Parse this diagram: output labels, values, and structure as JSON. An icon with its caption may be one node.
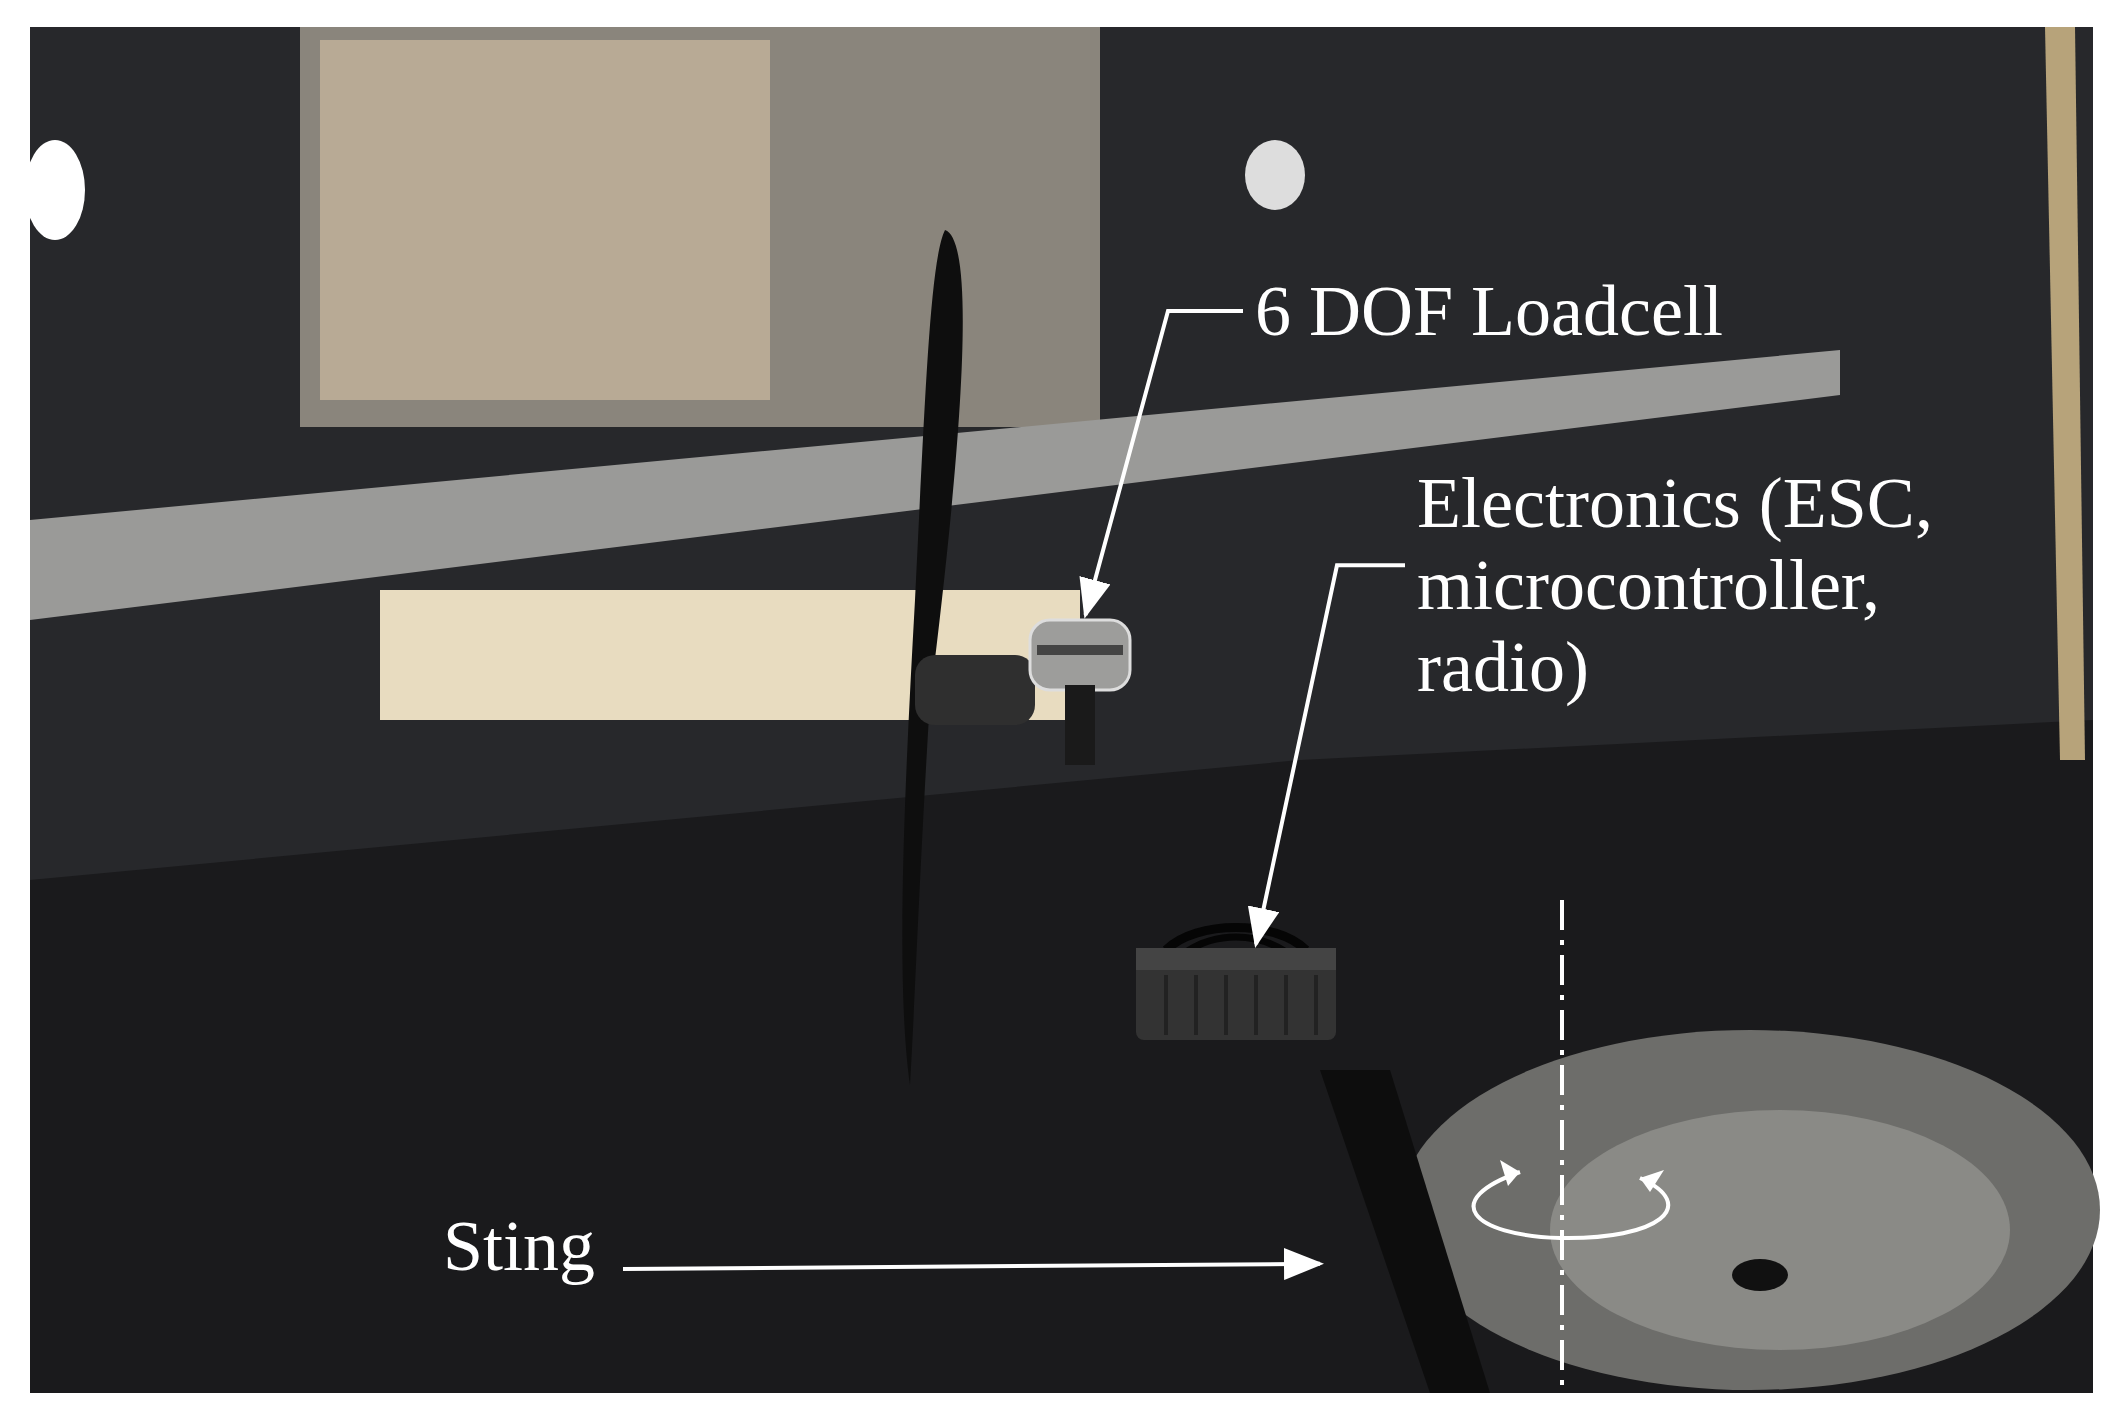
{
  "diagram": {
    "nodes": [
      {
        "text": [
          "6 DOF Loadcell"
        ]
      },
      {
        "text": [],
        "shape": "picture"
      },
      {
        "text": [
          "Electronics (ESC, microcontroller, radio)"
        ]
      },
      {
        "text": [],
        "shape": "picture"
      },
      {
        "text": [
          "Sting"
        ]
      },
      {
        "text": [],
        "shape": "picture"
      }
    ],
    "edges": [
      {
        "from": 0,
        "to": 1,
        "arrow": "to"
      },
      {
        "from": 2,
        "to": 3,
        "arrow": "to"
      },
      {
        "from": 4,
        "to": 5,
        "arrow": "to"
      }
    ]
  }
}
